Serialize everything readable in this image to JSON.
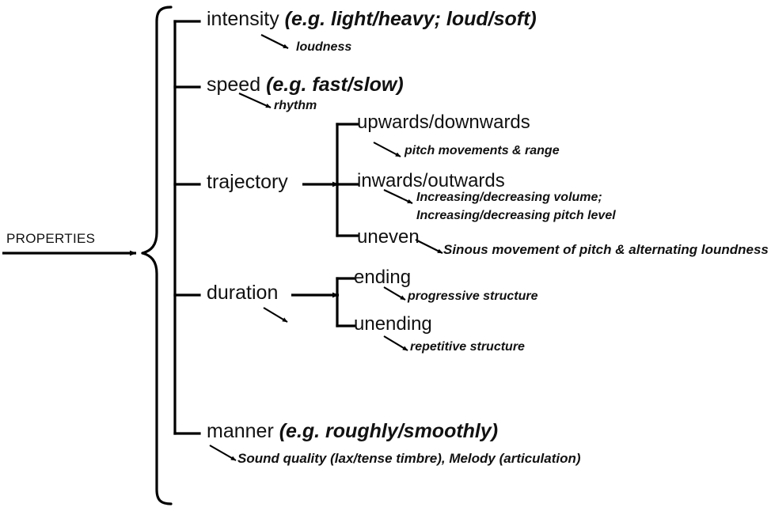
{
  "diagram": {
    "type": "tree-bracket-diagram",
    "root": {
      "label": "PROPERTIES"
    },
    "branches": [
      {
        "id": "intensity",
        "label_plain": "intensity ",
        "label_italic": "(e.g. light/heavy;  loud/soft)",
        "gloss": "loudness"
      },
      {
        "id": "speed",
        "label_plain": "speed ",
        "label_italic": "(e.g. fast/slow)",
        "gloss": "rhythm"
      },
      {
        "id": "trajectory",
        "label_plain": "trajectory",
        "label_italic": "",
        "children": [
          {
            "id": "upwards-downwards",
            "label": "upwards/downwards",
            "gloss": "pitch movements & range"
          },
          {
            "id": "inwards-outwards",
            "label": "inwards/outwards",
            "gloss": "Increasing/decreasing volume;",
            "gloss2": "Increasing/decreasing pitch level"
          },
          {
            "id": "uneven",
            "label": "uneven",
            "gloss": "Sinous movement of pitch & alternating loundness"
          }
        ]
      },
      {
        "id": "duration",
        "label_plain": "duration",
        "label_italic": "",
        "children": [
          {
            "id": "ending",
            "label": "ending",
            "gloss": "progressive structure"
          },
          {
            "id": "unending",
            "label": "unending",
            "gloss": "repetitive structure"
          }
        ]
      },
      {
        "id": "manner",
        "label_plain": "manner ",
        "label_italic": "(e.g. roughly/smoothly)",
        "gloss": "Sound quality (lax/tense timbre), Melody (articulation)"
      }
    ],
    "colors": {
      "stroke": "#000000",
      "text": "#111111",
      "background": "#ffffff"
    }
  }
}
